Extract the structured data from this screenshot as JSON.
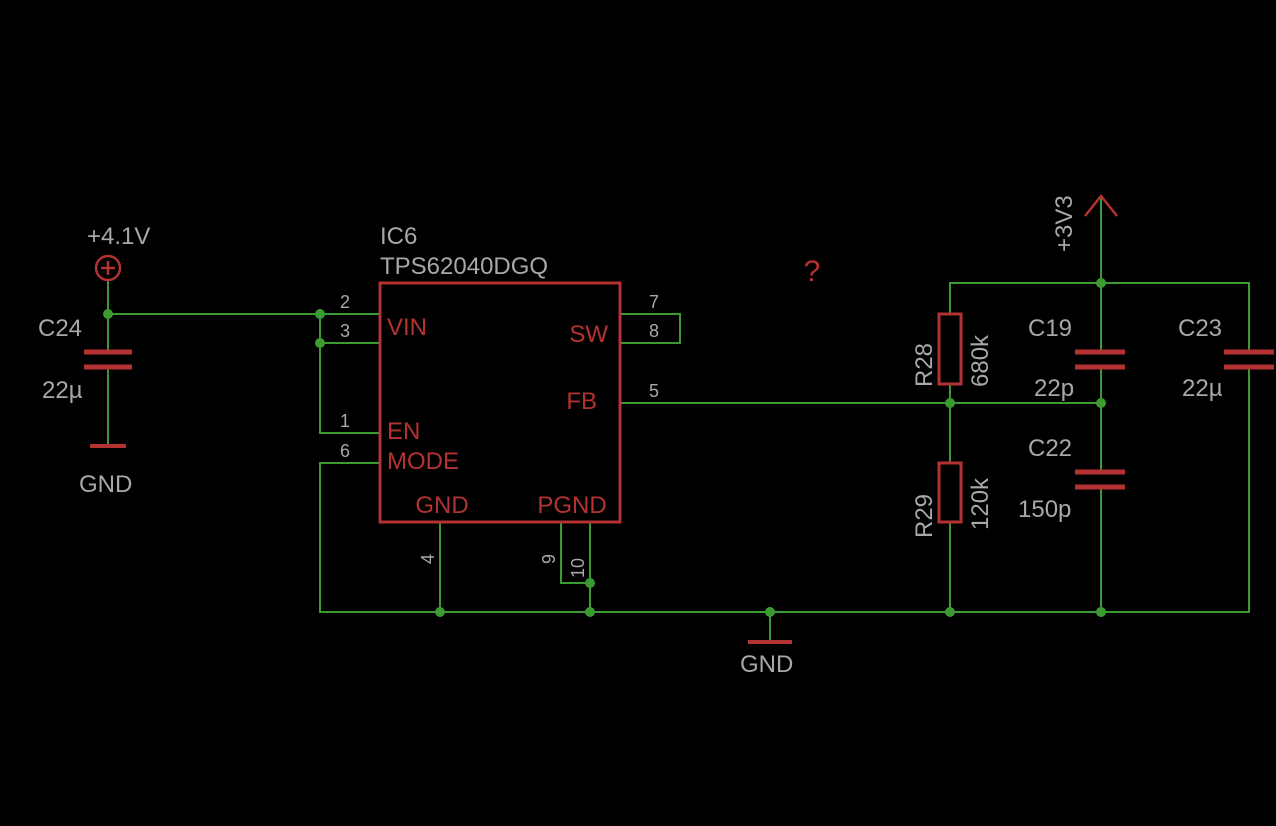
{
  "supplies": {
    "input_label": "+4.1V",
    "output_label": "+3V3",
    "gnd_left": "GND",
    "gnd_bottom": "GND"
  },
  "ic": {
    "ref": "IC6",
    "part": "TPS62040DGQ",
    "pins": {
      "vin": "VIN",
      "en": "EN",
      "mode": "MODE",
      "sw": "SW",
      "fb": "FB",
      "gnd": "GND",
      "pgnd": "PGND"
    },
    "pin_numbers": {
      "p2": "2",
      "p3": "3",
      "p1": "1",
      "p6": "6",
      "p7": "7",
      "p8": "8",
      "p5": "5",
      "p4": "4",
      "p9": "9",
      "p10": "10"
    }
  },
  "components": {
    "c24": {
      "ref": "C24",
      "value": "22µ"
    },
    "r28": {
      "ref": "R28",
      "value": "680k"
    },
    "r29": {
      "ref": "R29",
      "value": "120k"
    },
    "c19": {
      "ref": "C19",
      "value": "22p"
    },
    "c22": {
      "ref": "C22",
      "value": "150p"
    },
    "c23": {
      "ref": "C23",
      "value": "22µ"
    }
  },
  "annotation": {
    "mark": "?"
  },
  "colors": {
    "wire": "#3c9a32",
    "symbol": "#b43232",
    "text": "#a8a8a8",
    "background": "#000000"
  }
}
